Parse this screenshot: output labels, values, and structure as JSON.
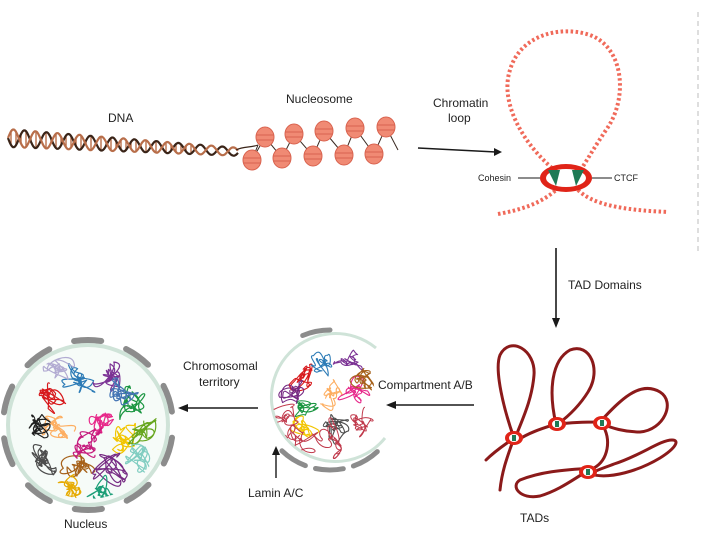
{
  "labels": {
    "dna": "DNA",
    "nucleosome": "Nucleosome",
    "chromatin_line1": "Chromatin",
    "chromatin_line2": "loop",
    "cohesin": "Cohesin",
    "ctcf": "CTCF",
    "tad_domains": "TAD Domains",
    "tads": "TADs",
    "compartment": "Compartment A/B",
    "chromosomal_line1": "Chromosomal",
    "chromosomal_line2": "territory",
    "lamin": "Lamin A/C",
    "nucleus": "Nucleus"
  },
  "colors": {
    "dna_dark": "#3a2418",
    "dna_light": "#b86e4a",
    "nucleosome": "#f08a74",
    "nucleosome_dark": "#d9634f",
    "loop_dot": "#f06a5a",
    "ctcf_ring": "#e02418",
    "cohesin_green": "#1f7a55",
    "tad_line": "#8b1a1a",
    "lamin_gray": "#8c8c8c",
    "nucleus_border": "#cfe3d8",
    "arrow": "#1a1a1a",
    "divider": "#c8c8c8"
  },
  "territory_colors": [
    "#d7191c",
    "#2c7bb6",
    "#7b3294",
    "#1a9641",
    "#fdae61",
    "#e7298a",
    "#f2c500",
    "#4d4d4d",
    "#a6611a",
    "#762a83",
    "#66a61e",
    "#e6ab02",
    "#1b9e77",
    "#1f1f1f",
    "#c51b7d",
    "#4575b4",
    "#b2abd2",
    "#80cdc1"
  ]
}
